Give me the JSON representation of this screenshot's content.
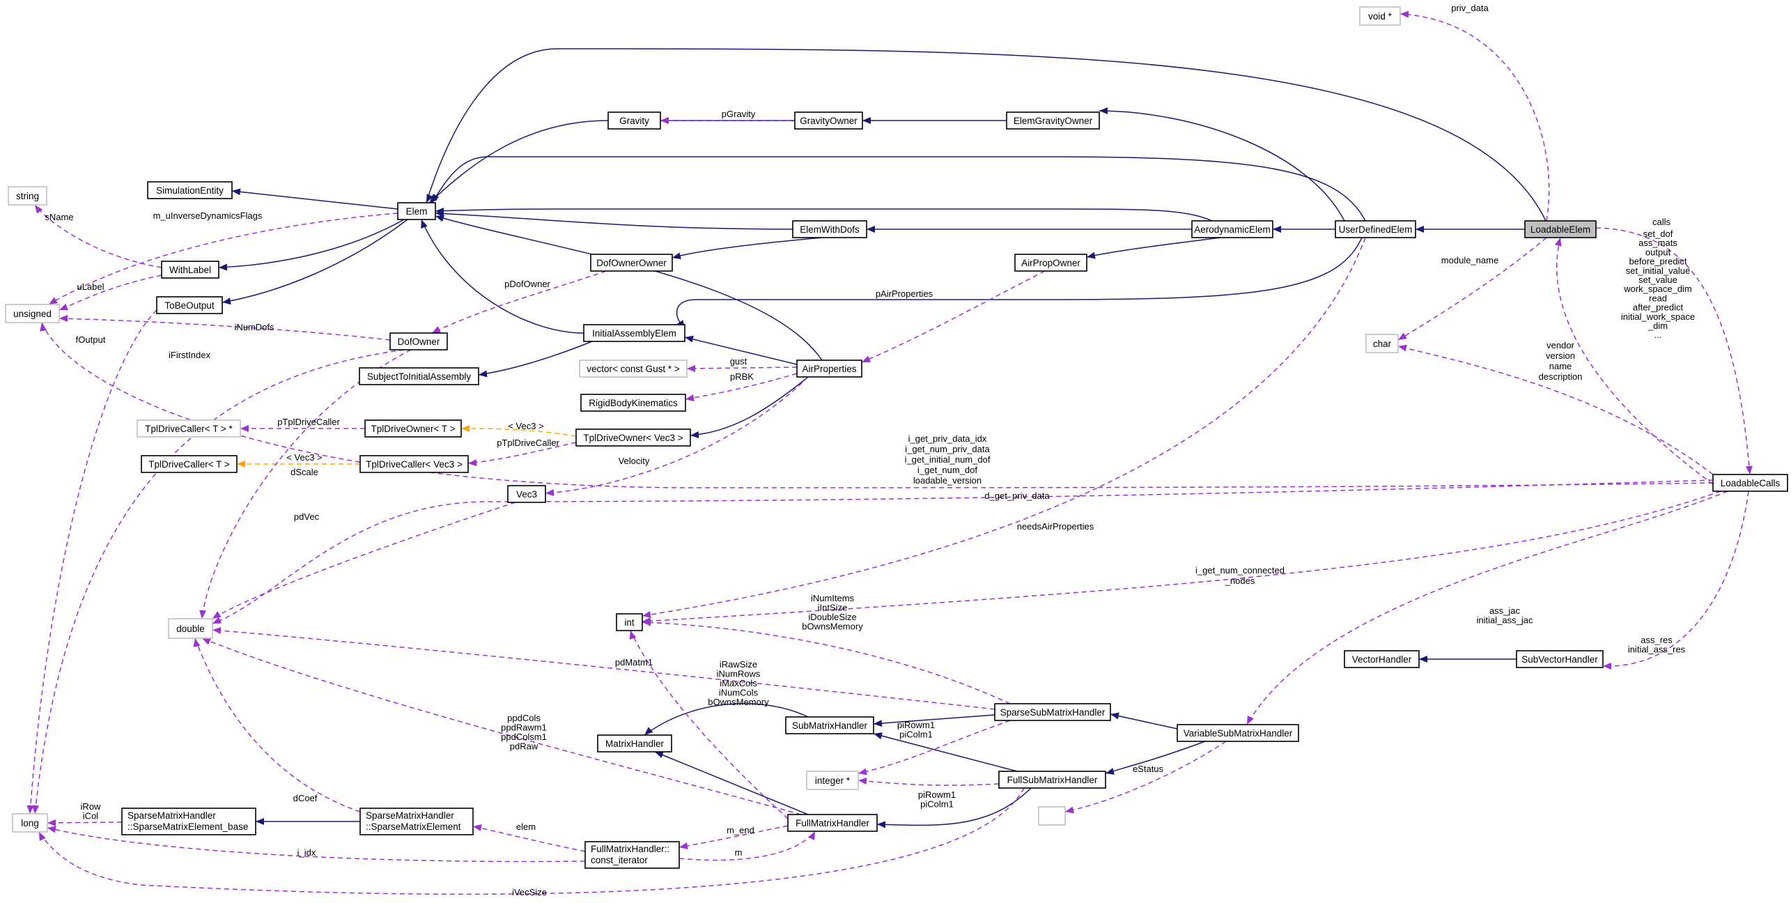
{
  "diagram": {
    "nodes": {
      "void_ptr": "void *",
      "loadable_elem": "LoadableElem",
      "user_defined_elem": "UserDefinedElem",
      "aerodynamic_elem": "AerodynamicElem",
      "elem": "Elem",
      "gravity": "Gravity",
      "gravity_owner": "GravityOwner",
      "elem_gravity_owner": "ElemGravityOwner",
      "simulation_entity": "SimulationEntity",
      "string": "string",
      "with_label": "WithLabel",
      "unsigned": "unsigned",
      "to_be_output": "ToBeOutput",
      "elem_with_dofs": "ElemWithDofs",
      "dof_owner_owner": "DofOwnerOwner",
      "air_prop_owner": "AirPropOwner",
      "dof_owner": "DofOwner",
      "initial_assembly_elem": "InitialAssemblyElem",
      "subject_to_initial_assembly": "SubjectToInitialAssembly",
      "vector_gust": "vector< const Gust * >",
      "air_properties": "AirProperties",
      "rigid_body_kinematics": "RigidBodyKinematics",
      "char": "char",
      "tpl_drive_caller_ptr": "TplDriveCaller< T > *",
      "tpl_drive_owner_t": "TplDriveOwner< T >",
      "tpl_drive_owner_vec3": "TplDriveOwner< Vec3 >",
      "tpl_drive_caller_t": "TplDriveCaller< T >",
      "tpl_drive_caller_vec3": "TplDriveCaller< Vec3 >",
      "vec3": "Vec3",
      "loadable_calls": "LoadableCalls",
      "double": "double",
      "int": "int",
      "vector_handler": "VectorHandler",
      "sub_vector_handler": "SubVectorHandler",
      "sparse_sub_matrix_handler": "SparseSubMatrixHandler",
      "sub_matrix_handler": "SubMatrixHandler",
      "matrix_handler": "MatrixHandler",
      "variable_sub_matrix_handler": "VariableSubMatrixHandler",
      "integer_ptr": "integer *",
      "full_sub_matrix_handler": "FullSubMatrixHandler",
      "empty_node": "",
      "long": "long",
      "sparse_element_base_l1": "SparseMatrixHandler",
      "sparse_element_base_l2": "::SparseMatrixElement_base",
      "sparse_element_l1": "SparseMatrixHandler",
      "sparse_element_l2": "::SparseMatrixElement",
      "full_matrix_handler": "FullMatrixHandler",
      "const_iterator_l1": "FullMatrixHandler::",
      "const_iterator_l2": "const_iterator"
    },
    "edge_labels": {
      "priv_data": "priv_data",
      "calls": "calls",
      "module_name": "module_name",
      "p_gravity": "pGravity",
      "s_name": "sName",
      "m_u_inverse": "m_uInverseDynamicsFlags",
      "u_label": "uLabel",
      "f_output": "fOutput",
      "p_dof_owner": "pDofOwner",
      "i_num_dofs": "iNumDofs",
      "i_first_index": "iFirstIndex",
      "p_air_properties": "pAirProperties",
      "gust": "gust",
      "p_rbk": "pRBK",
      "p_tpl_drive_caller_1": "pTplDriveCaller",
      "vec3_tmpl_1": "< Vec3 >",
      "p_tpl_drive_caller_2": "pTplDriveCaller",
      "vec3_tmpl_2": "< Vec3 >",
      "d_scale": "dScale",
      "velocity": "Velocity",
      "pd_vec": "pdVec",
      "needs_air_properties": "needsAirProperties",
      "d_get_priv_data": "d_get_priv_data",
      "char_list": [
        "vendor",
        "version",
        "name",
        "description"
      ],
      "calls_list": [
        "set_dof",
        "ass_mats",
        "output",
        "before_predict",
        "set_initial_value",
        "set_value",
        "work_space_dim",
        "read",
        "after_predict",
        "initial_work_space",
        "_dim",
        "..."
      ],
      "unsigned_list": [
        "i_get_priv_data_idx",
        "i_get_num_priv_data",
        "i_get_initial_num_dof",
        "i_get_num_dof",
        "loadable_version"
      ],
      "connected_nodes": [
        "i_get_num_connected",
        "_nodes"
      ],
      "int_list": [
        "iNumItems",
        "iIntSize",
        "iDoubleSize",
        "bOwnsMemory"
      ],
      "ass_jac": [
        "ass_jac",
        "initial_ass_jac"
      ],
      "ass_res": [
        "ass_res",
        "initial_ass_res"
      ],
      "pd_matm1": "pdMatm1",
      "full_int_list": [
        "iRawSize",
        "iNumRows",
        "iMaxCols",
        "iNumCols",
        "bOwnsMemory"
      ],
      "full_double_list": [
        "ppdCols",
        "ppdRawm1",
        "ppdColsm1",
        "pdRaw"
      ],
      "pi_rowm1_a": [
        "piRowm1",
        "piColm1"
      ],
      "pi_rowm1_b": [
        "piRowm1",
        "piColm1"
      ],
      "e_status": "eStatus",
      "i_row": [
        "iRow",
        "iCol"
      ],
      "d_coef": "dCoef",
      "elem": "elem",
      "m_end": "m_end",
      "m": "m",
      "i_idx": "i_idx",
      "i_vec_size": "iVecSize"
    }
  },
  "colors": {
    "inheritance": "#191970",
    "member": "#9a32cd",
    "template": "#ffa500",
    "focus_fill": "#bfbfbf",
    "external_border": "#bfbfbf"
  }
}
